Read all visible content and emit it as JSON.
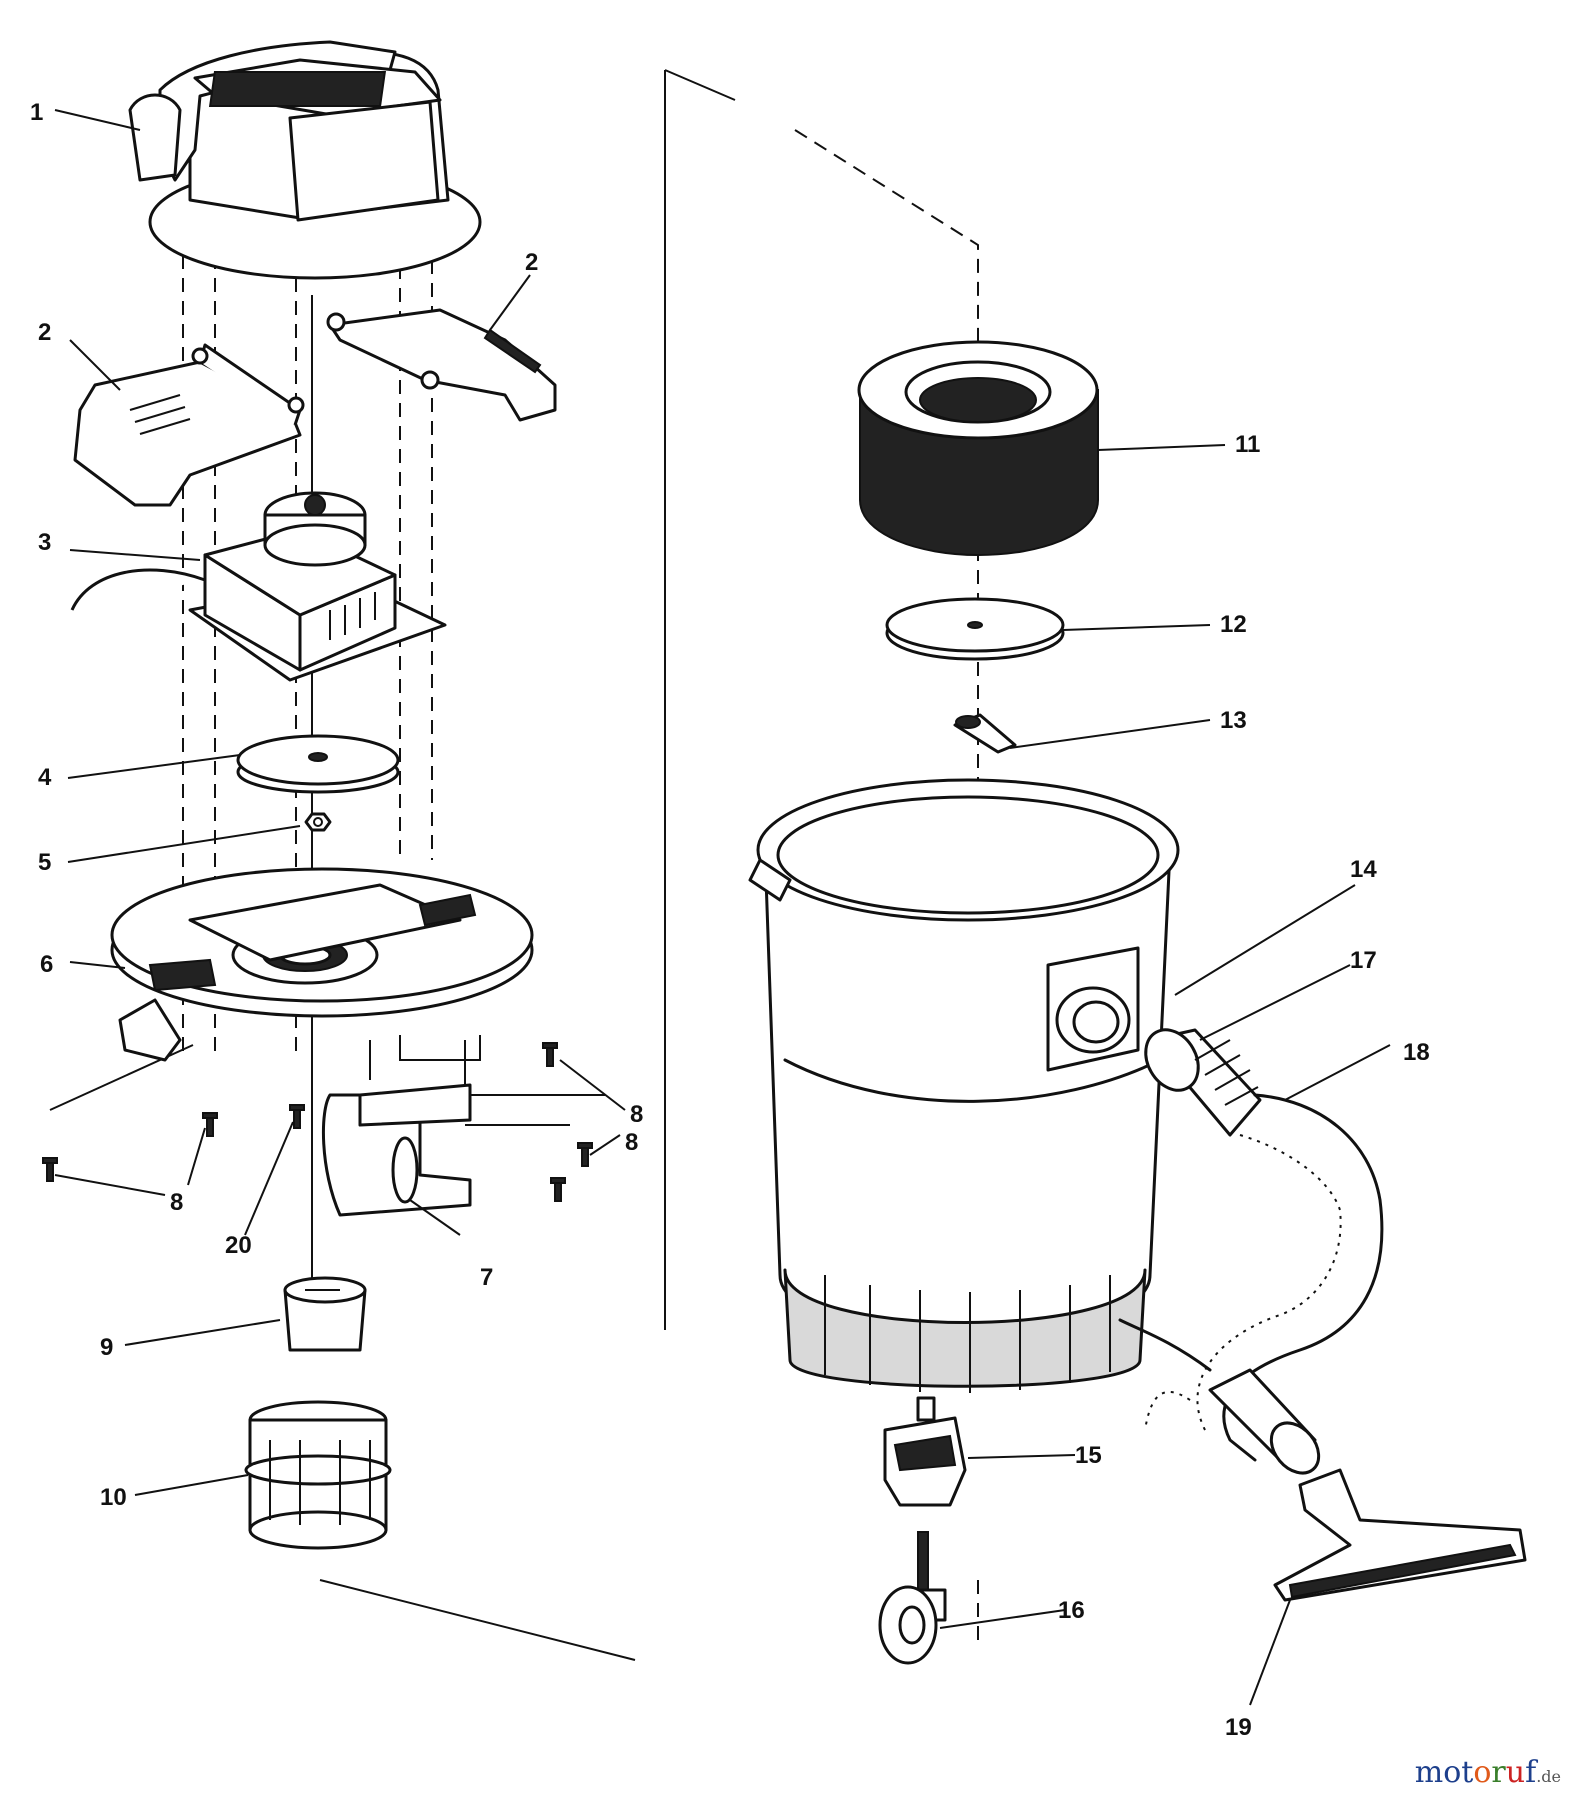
{
  "callouts": {
    "c1": "1",
    "c2a": "2",
    "c2b": "2",
    "c3": "3",
    "c4": "4",
    "c5": "5",
    "c6": "6",
    "c7": "7",
    "c8a": "8",
    "c8b": "8",
    "c8c": "8",
    "c9": "9",
    "c10": "10",
    "c11": "11",
    "c12": "12",
    "c13": "13",
    "c14": "14",
    "c15": "15",
    "c16": "16",
    "c17": "17",
    "c18": "18",
    "c19": "19",
    "c20": "20"
  },
  "watermark": {
    "part1": "mot",
    "part2": "o",
    "part3": "r",
    "part4": "u",
    "part5": "f",
    "suffix": ".de"
  }
}
